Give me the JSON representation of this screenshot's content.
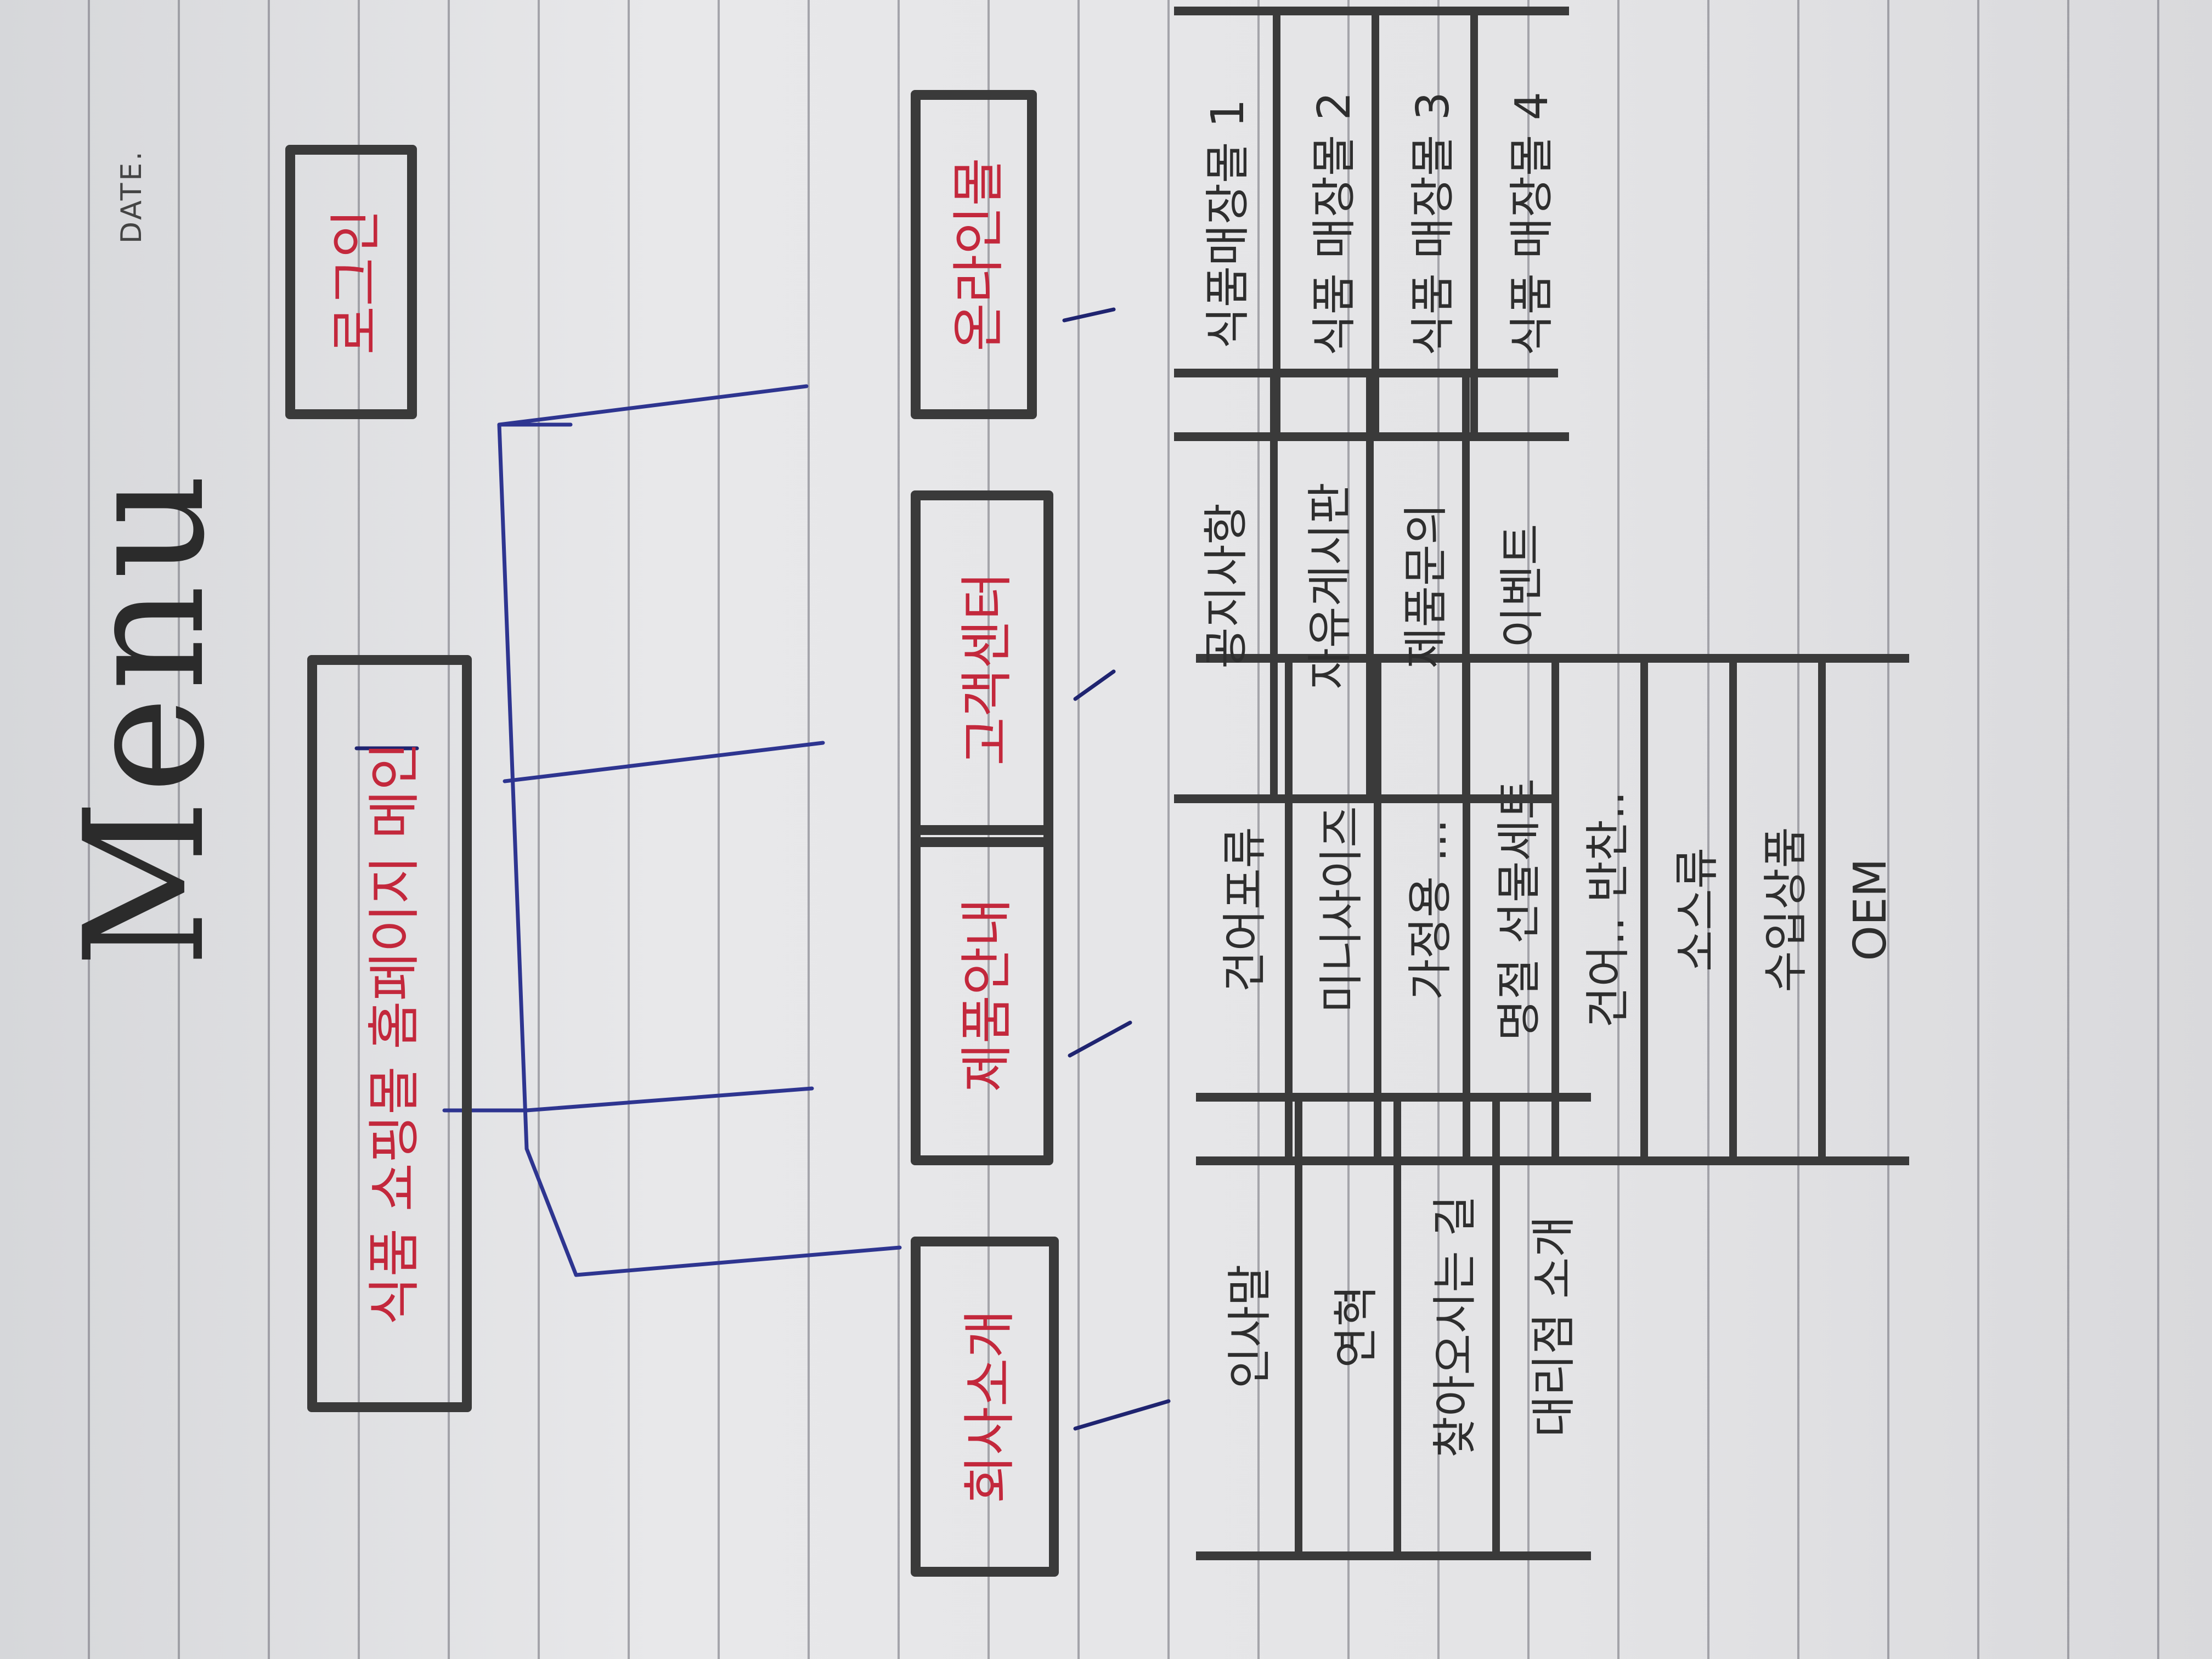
{
  "page": {
    "title": "Menu",
    "date_label": "DATE."
  },
  "top": {
    "main": "식품 쇼핑몰 홈페이지 메인",
    "login": "로그인"
  },
  "sections": [
    {
      "label": "회사소개",
      "items": [
        "인사말",
        "연혁",
        "찾아오시는 길",
        "대리점 소개"
      ]
    },
    {
      "label": "제품안내",
      "items": [
        "건어포류",
        "미니사이즈",
        "가정용 ...",
        "명절 선물세트",
        "건어.. 반찬..",
        "소스류",
        "수입상품",
        "OEM"
      ]
    },
    {
      "label": "고객센터",
      "items": [
        "공지사항",
        "자유게시판",
        "제품문의",
        "이벤트"
      ]
    },
    {
      "label": "온라인몰",
      "items": [
        "식품매장몰 1",
        "식품 매장몰 2",
        "식품 매장몰 3",
        "식품 매장몰 4"
      ]
    }
  ],
  "colors": {
    "label_red": "#c3283c",
    "ink": "#2e2e2e",
    "connector_blue": "#2e3590"
  }
}
